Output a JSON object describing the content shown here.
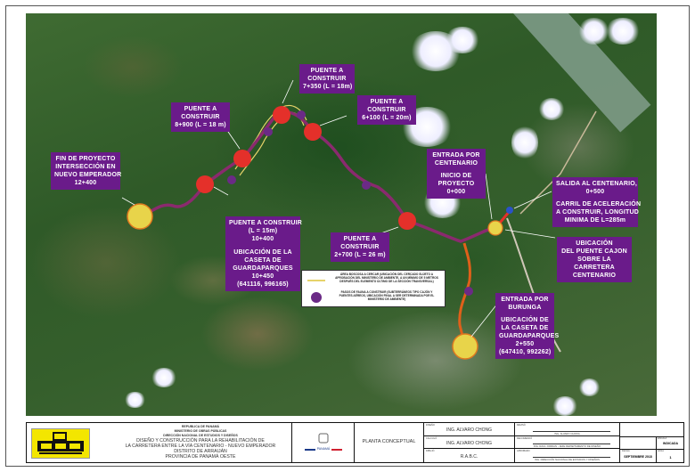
{
  "map": {
    "labels": {
      "fin_proyecto": [
        "FIN DE PROYECTO",
        "INTERSECCIÓN EN",
        "NUEVO EMPERADOR",
        "12+400"
      ],
      "puente_8900": [
        "PUENTE A",
        "CONSTRUIR",
        "8+900 (L = 18 m)"
      ],
      "puente_7350": [
        "PUENTE A",
        "CONSTRUIR",
        "7+350 (L = 18m)"
      ],
      "puente_6100": [
        "PUENTE A",
        "CONSTRUIR",
        "6+100 (L = 20m)"
      ],
      "puente_10400": [
        "PUENTE A CONSTRUIR",
        "(L = 15m)",
        "10+400",
        "",
        "UBICACIÓN DE LA",
        "CASETA DE",
        "GUARDAPARQUES",
        "10+450",
        "(641116, 996165)"
      ],
      "puente_2700": [
        "PUENTE A",
        "CONSTRUIR",
        "2+700 (L = 26 m)"
      ],
      "entrada_centenario": [
        "ENTRADA POR",
        "CENTENARIO",
        "",
        "INICIO DE",
        "PROYECTO",
        "0+000"
      ],
      "salida_centenario": [
        "SALIDA AL CENTENARIO,",
        "0+500",
        "",
        "CARRIL DE ACELERACIÓN",
        "A CONSTRUIR, LONGITUD",
        "MINIMA DE L=285m"
      ],
      "puente_cajon": [
        "UBICACIÓN",
        "DEL PUENTE CAJON",
        "SOBRE LA",
        "CARRETERA",
        "CENTENARIO"
      ],
      "entrada_burunga": [
        "ENTRADA POR",
        "BURUNGA",
        "",
        "UBICACIÓN DE",
        "LA CASETA DE",
        "GUARDAPARQUES",
        "2+550",
        "(647410, 992262)"
      ]
    },
    "legend": {
      "line_text": "ÁREA BOSCOSA A CERCAR (UBICACIÓN DEL CERCADO SUJETO A APROBACIÓN DEL MINISTERIO DE AMBIENTE, A UN MÍNIMO DE 5 METROS DESPUÉS DEL ELEMENTO ÚLTIMO DE LA SECCIÓN TRANSVERSAL)",
      "dot_text": "PASOS DE FAUNA A CONSTRUIR (SUBTERRÁNEOS TIPO CAJÓN Y PUENTES AÉREOS, UBICACIÓN FINAL A SER DETERMINADA POR EL MINISTERIO DE AMBIENTE)"
    },
    "colors": {
      "label_bg": "#6a1b8a",
      "route": "#8a2a6e",
      "route_orange": "#e0601a",
      "bridge": "#e4302a",
      "endpoint": "#e8d44a",
      "wildlife": "#6b2a86",
      "fence": "#e6d36a",
      "exit_marker": "#2a52c8"
    }
  },
  "title_block": {
    "ministry_lines": [
      "REPUBLICA DE PANAMÁ",
      "MINISTERIO DE OBRAS PÚBLICAS",
      "DIRECCIÓN NACIONAL DE ESTUDIOS Y DISEÑOS"
    ],
    "project_lines": [
      "DISEÑO Y CONSTRUCCIÓN PARA LA REHABILITACIÓN DE",
      "LA CARRETERA ENTRE LA VÍA CENTENARIO - NUEVO EMPERADOR",
      "DISTRITO DE ARRAIJÁN",
      "PROVINCIA DE PANAMÁ OESTE"
    ],
    "logo_text": "MOP",
    "panama_text": "PANAMÁ",
    "sheet_title": "PLANTA CONCEPTUAL",
    "diseno_caption": "DISEÑO",
    "diseno": "ING. ALVARO CHONG",
    "calculo_caption": "CALCULÓ",
    "calculo": "ING. ALVARO CHONG",
    "dibujo_caption": "DIBUJÓ",
    "dibujo": "R.A.B.C.",
    "reviso_caption": "REVISÓ",
    "reviso_name": "ING. ALVARO CHONG",
    "recomendo_caption": "RECOMENDÓ",
    "recomendo_name": "ING. RAUL JORDAN - JEFE DEPARTAMENTO DE DISEÑO",
    "aprobado_caption": "APROBADO",
    "aprobado_name": "ING. DIRECCIÓN NACIONAL DE ESTUDIOS Y DISEÑOS",
    "escala_caption": "ESCALA",
    "escala": "INDICADA",
    "fecha_caption": "FECHA",
    "fecha": "SEPTIEMBRE 2018",
    "hoja_caption": "HOJA",
    "hoja": "1"
  }
}
